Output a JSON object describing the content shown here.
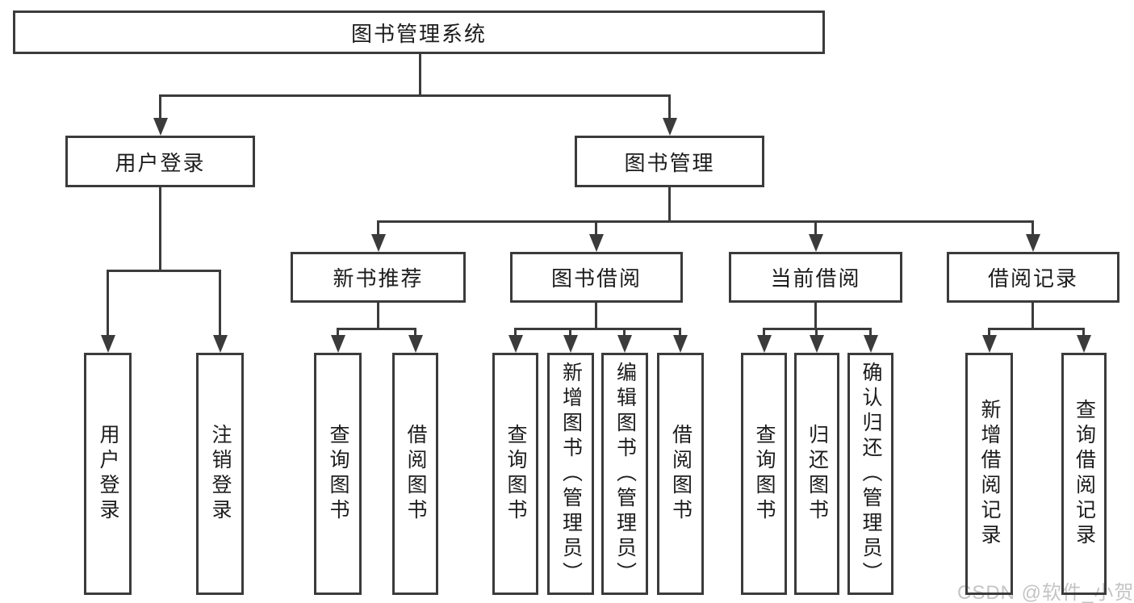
{
  "colors": {
    "background": "#ffffff",
    "line": "#3b3b3b",
    "text": "#1c1c1c",
    "watermark_text": "#c4c4c4"
  },
  "tree": {
    "root": {
      "label": "图书管理系统"
    },
    "branches": [
      {
        "label": "用户登录",
        "children": [
          {
            "label": "用户登录"
          },
          {
            "label": "注销登录"
          }
        ]
      },
      {
        "label": "图书管理",
        "children": [
          {
            "label": "新书推荐",
            "children": [
              {
                "label": "查询图书"
              },
              {
                "label": "借阅图书"
              }
            ]
          },
          {
            "label": "图书借阅",
            "children": [
              {
                "label": "查询图书"
              },
              {
                "label": "新增图书（管理员）"
              },
              {
                "label": "编辑图书（管理员）"
              },
              {
                "label": "借阅图书"
              }
            ]
          },
          {
            "label": "当前借阅",
            "children": [
              {
                "label": "查询图书"
              },
              {
                "label": "归还图书"
              },
              {
                "label": "确认归还（管理员）"
              }
            ]
          },
          {
            "label": "借阅记录",
            "children": [
              {
                "label": "新增借阅记录"
              },
              {
                "label": "查询借阅记录"
              }
            ]
          }
        ]
      }
    ]
  },
  "watermark": {
    "text": "CSDN @软件_小贺同学"
  }
}
